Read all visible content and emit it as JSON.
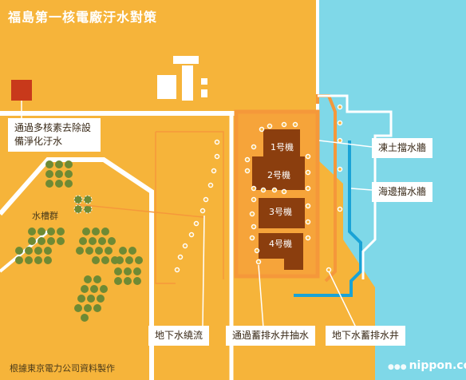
{
  "title": "福島第一核電廠汙水對策",
  "source": "根據東京電力公司資料製作",
  "brand": "nippon.com",
  "colors": {
    "land": "#f6b43a",
    "sea": "#7fd8e8",
    "outline": "#ffffff",
    "building": "#8b3e0e",
    "reactor_area": "#f6a43a",
    "barrier_line": "#f5983a",
    "sea_wall": "#1aa3d6",
    "facility": "#c8391b",
    "tanks": "#6e8a34"
  },
  "labels": {
    "alps": "通過多核素去除設備淨化汙水",
    "tanks": "水槽群",
    "frozen_wall": "凍土擋水牆",
    "sea_wall": "海邊擋水牆",
    "groundwater_bypass": "地下水繞流",
    "subdrain": "通過蓄排水井抽水",
    "groundwater_drain": "地下水蓄排水井"
  },
  "units": [
    "1号機",
    "2号機",
    "3号機",
    "4号機"
  ]
}
